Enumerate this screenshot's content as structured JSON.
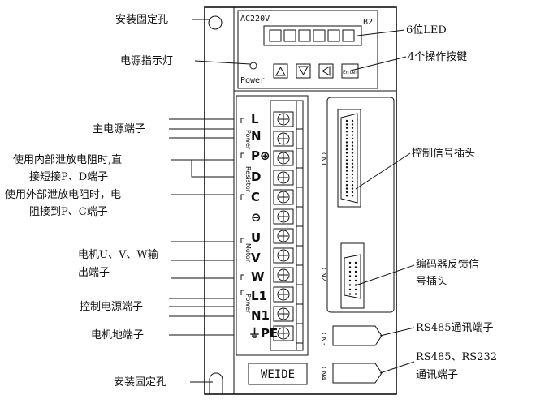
{
  "device": {
    "voltage": "AC220V",
    "display_code": "B2",
    "power_label": "Power",
    "enter_label": "Enter",
    "brand": "WEIDE",
    "group_labels": [
      "Power",
      "Resistor",
      "Motor",
      "Power"
    ],
    "connectors": [
      "CN1",
      "CN2",
      "CN3",
      "CN4"
    ],
    "terminals": [
      "L",
      "N",
      "P⊕",
      "D",
      "C",
      "⊖",
      "U",
      "V",
      "W",
      "L1",
      "N1",
      "⏚PE"
    ]
  },
  "callouts": {
    "mount_hole_top": "安装固定孔",
    "power_indicator": "电源指示灯",
    "led6": "6位LED",
    "keys4": "4个操作按键",
    "main_power": "主电源端子",
    "internal_resistor_1": "使用内部泄放电阻时,直",
    "internal_resistor_2": "接短接P、D端子",
    "external_resistor_1": "使用外部泄放电阻时，电",
    "external_resistor_2": "阻接到P、C端子",
    "motor_uvw_1": "电机U、V、W输",
    "motor_uvw_2": "出端子",
    "control_power": "控制电源端子",
    "motor_ground": "电机地端子",
    "mount_hole_bottom": "安装固定孔",
    "control_signal": "控制信号插头",
    "encoder_1": "编码器反馈信",
    "encoder_2": "号插头",
    "rs485": "RS485通讯端子",
    "rs485_232_1": "RS485、RS232",
    "rs485_232_2": "通讯端子"
  }
}
